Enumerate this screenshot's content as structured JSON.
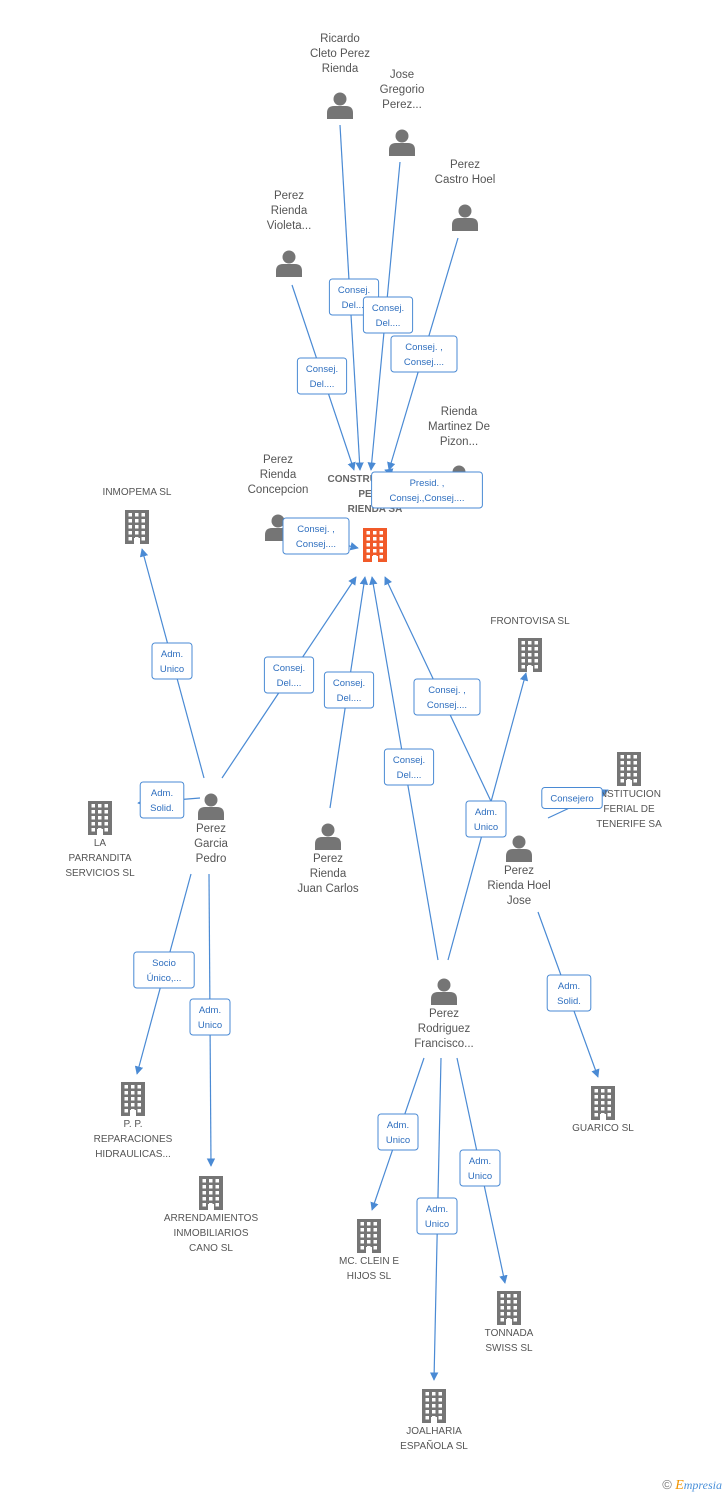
{
  "colors": {
    "edge": "#4a8ad4",
    "edge_text": "#2f6fbf",
    "person": "#757575",
    "company": "#757575",
    "main_company": "#f15a29",
    "label": "#555555"
  },
  "nodes": [
    {
      "id": "main",
      "type": "company",
      "main": true,
      "lines": [
        "CONSTRUCCIONES",
        "PEREZ",
        "RIENDA SA"
      ]
    },
    {
      "id": "ricardo",
      "type": "person",
      "lines": [
        "Ricardo",
        "Cleto Perez",
        "Rienda"
      ]
    },
    {
      "id": "jose_gregorio",
      "type": "person",
      "lines": [
        "Jose",
        "Gregorio",
        "Perez..."
      ]
    },
    {
      "id": "castro",
      "type": "person",
      "lines": [
        "Perez",
        "Castro Hoel"
      ]
    },
    {
      "id": "violeta",
      "type": "person",
      "lines": [
        "Perez",
        "Rienda",
        "Violeta..."
      ]
    },
    {
      "id": "martinez",
      "type": "person",
      "lines": [
        "Rienda",
        "Martinez De",
        "Pizon..."
      ]
    },
    {
      "id": "concepcion",
      "type": "person",
      "lines": [
        "Perez",
        "Rienda",
        "Concepcion"
      ]
    },
    {
      "id": "inmopema",
      "type": "company",
      "lines": [
        "INMOPEMA SL"
      ]
    },
    {
      "id": "frontovisa",
      "type": "company",
      "lines": [
        "FRONTOVISA SL"
      ]
    },
    {
      "id": "institucion",
      "type": "company",
      "lines": [
        "INSTITUCION",
        "FERIAL DE",
        "TENERIFE SA"
      ]
    },
    {
      "id": "laparrandita",
      "type": "company",
      "lines": [
        "LA",
        "PARRANDITA",
        "SERVICIOS SL"
      ]
    },
    {
      "id": "garcia",
      "type": "person",
      "lines": [
        "Perez",
        "Garcia",
        "Pedro"
      ]
    },
    {
      "id": "juancarlos",
      "type": "person",
      "lines": [
        "Perez",
        "Rienda",
        "Juan Carlos"
      ]
    },
    {
      "id": "hoeljose",
      "type": "person",
      "lines": [
        "Perez",
        "Rienda Hoel",
        "Jose"
      ]
    },
    {
      "id": "rodriguez",
      "type": "person",
      "lines": [
        "Perez",
        "Rodriguez",
        "Francisco..."
      ]
    },
    {
      "id": "pp",
      "type": "company",
      "lines": [
        "P. P.",
        "REPARACIONES",
        "HIDRAULICAS..."
      ]
    },
    {
      "id": "arrend",
      "type": "company",
      "lines": [
        "ARRENDAMIENTOS",
        "INMOBILIARIOS",
        "CANO SL"
      ]
    },
    {
      "id": "guarico",
      "type": "company",
      "lines": [
        "GUARICO SL"
      ]
    },
    {
      "id": "mcclein",
      "type": "company",
      "lines": [
        "MC. CLEIN E",
        "HIJOS SL"
      ]
    },
    {
      "id": "tonnada",
      "type": "company",
      "lines": [
        "TONNADA",
        "SWISS SL"
      ]
    },
    {
      "id": "joalharia",
      "type": "company",
      "lines": [
        "JOALHARIA",
        "ESPAÑOLA SL"
      ]
    }
  ],
  "edges": [
    {
      "from": "ricardo",
      "to": "main",
      "lines": [
        "Consej.",
        "Del...."
      ]
    },
    {
      "from": "jose_gregorio",
      "to": "main",
      "lines": [
        "Consej.",
        "Del...."
      ]
    },
    {
      "from": "castro",
      "to": "main",
      "lines": [
        "Consej. ,",
        "Consej...."
      ]
    },
    {
      "from": "violeta",
      "to": "main",
      "lines": [
        "Consej.",
        "Del...."
      ]
    },
    {
      "from": "martinez",
      "to": "main",
      "lines": [
        "Presid. ,",
        "Consej.,Consej...."
      ]
    },
    {
      "from": "concepcion",
      "to": "main",
      "lines": [
        "Consej. ,",
        "Consej...."
      ]
    },
    {
      "from": "garcia",
      "to": "inmopema",
      "lines": [
        "Adm.",
        "Unico"
      ]
    },
    {
      "from": "garcia",
      "to": "main",
      "lines": [
        "Consej.",
        "Del...."
      ]
    },
    {
      "from": "garcia",
      "to": "laparrandita",
      "lines": [
        "Adm.",
        "Solid."
      ]
    },
    {
      "from": "juancarlos",
      "to": "main",
      "lines": [
        "Consej.",
        "Del...."
      ]
    },
    {
      "from": "rodriguez",
      "to": "main",
      "lines": [
        "Consej.",
        "Del...."
      ]
    },
    {
      "from": "hoeljose",
      "to": "main",
      "lines": [
        "Consej. ,",
        "Consej...."
      ]
    },
    {
      "from": "rodriguez",
      "to": "frontovisa",
      "lines": [
        "Adm.",
        "Unico"
      ]
    },
    {
      "from": "hoeljose",
      "to": "institucion",
      "lines": [
        "Consejero"
      ]
    },
    {
      "from": "garcia",
      "to": "pp",
      "lines": [
        "Socio",
        "Único,..."
      ]
    },
    {
      "from": "garcia",
      "to": "arrend",
      "lines": [
        "Adm.",
        "Unico"
      ]
    },
    {
      "from": "hoeljose",
      "to": "guarico",
      "lines": [
        "Adm.",
        "Solid."
      ]
    },
    {
      "from": "rodriguez",
      "to": "mcclein",
      "lines": [
        "Adm.",
        "Unico"
      ]
    },
    {
      "from": "rodriguez",
      "to": "joalharia",
      "lines": [
        "Adm.",
        "Unico"
      ]
    },
    {
      "from": "rodriguez",
      "to": "tonnada",
      "lines": [
        "Adm.",
        "Unico"
      ]
    }
  ],
  "footer": {
    "copyright": "©",
    "brand_initial": "E",
    "brand_rest": "mpresia"
  }
}
